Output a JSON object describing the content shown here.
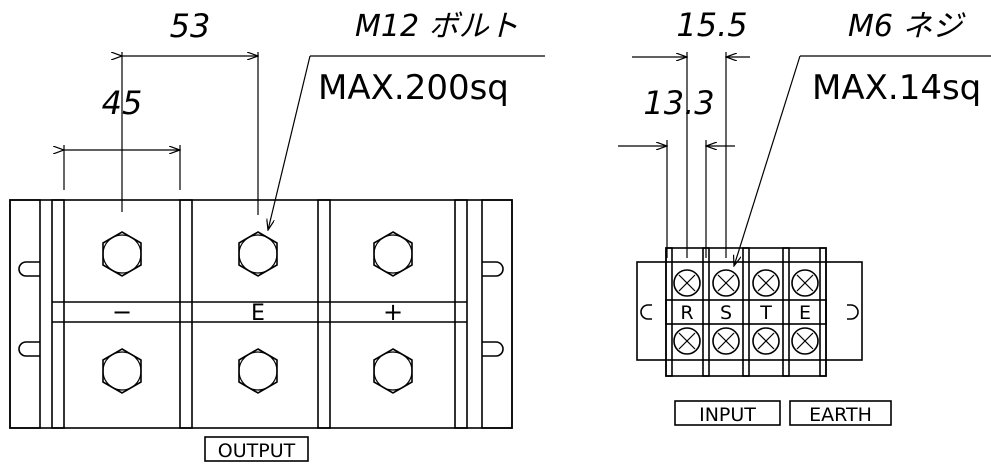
{
  "left": {
    "dim_outer": "53",
    "dim_inner": "45",
    "bolt_spec": "M12 ボルト",
    "max_wire": "MAX.200sq",
    "terminal_labels": [
      "−",
      "E",
      "+"
    ],
    "box_label": "OUTPUT"
  },
  "right": {
    "dim_outer": "15.5",
    "dim_inner": "13.3",
    "screw_spec": "M6 ネジ",
    "max_wire": "MAX.14sq",
    "terminal_labels": [
      "R",
      "S",
      "T",
      "E"
    ],
    "box_labels": [
      "INPUT",
      "EARTH"
    ]
  }
}
